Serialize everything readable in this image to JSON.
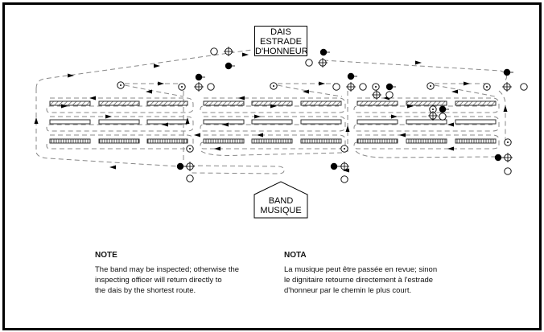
{
  "diagram": {
    "type": "parade inspection route",
    "dais_label": [
      "DAIS",
      "ESTRADE",
      "D'HONNEUR"
    ],
    "band_label": [
      "BAND",
      "MUSIQUE"
    ],
    "colors": {
      "line": "#000000",
      "route": "#777777",
      "background": "#ffffff"
    },
    "ranks": [
      {
        "name": "front-rank",
        "pattern": "hatched"
      },
      {
        "name": "centre-rank",
        "pattern": "plain"
      },
      {
        "name": "rear-rank",
        "pattern": "striped"
      }
    ],
    "guards": 3,
    "legend_symbols": [
      "officer-filled-circle",
      "crosshair-circle",
      "open-circle",
      "dotted-circle"
    ]
  },
  "notes": {
    "en": {
      "heading": "NOTE",
      "body": "The band may be inspected; otherwise the\ninspecting officer will return directly to\nthe dais by the shortest route."
    },
    "fr": {
      "heading": "NOTA",
      "body": "La musique peut être passée en revue; sinon\nle dignitaire retourne directement à l'estrade\nd'honneur par le chemin le plus court."
    }
  }
}
